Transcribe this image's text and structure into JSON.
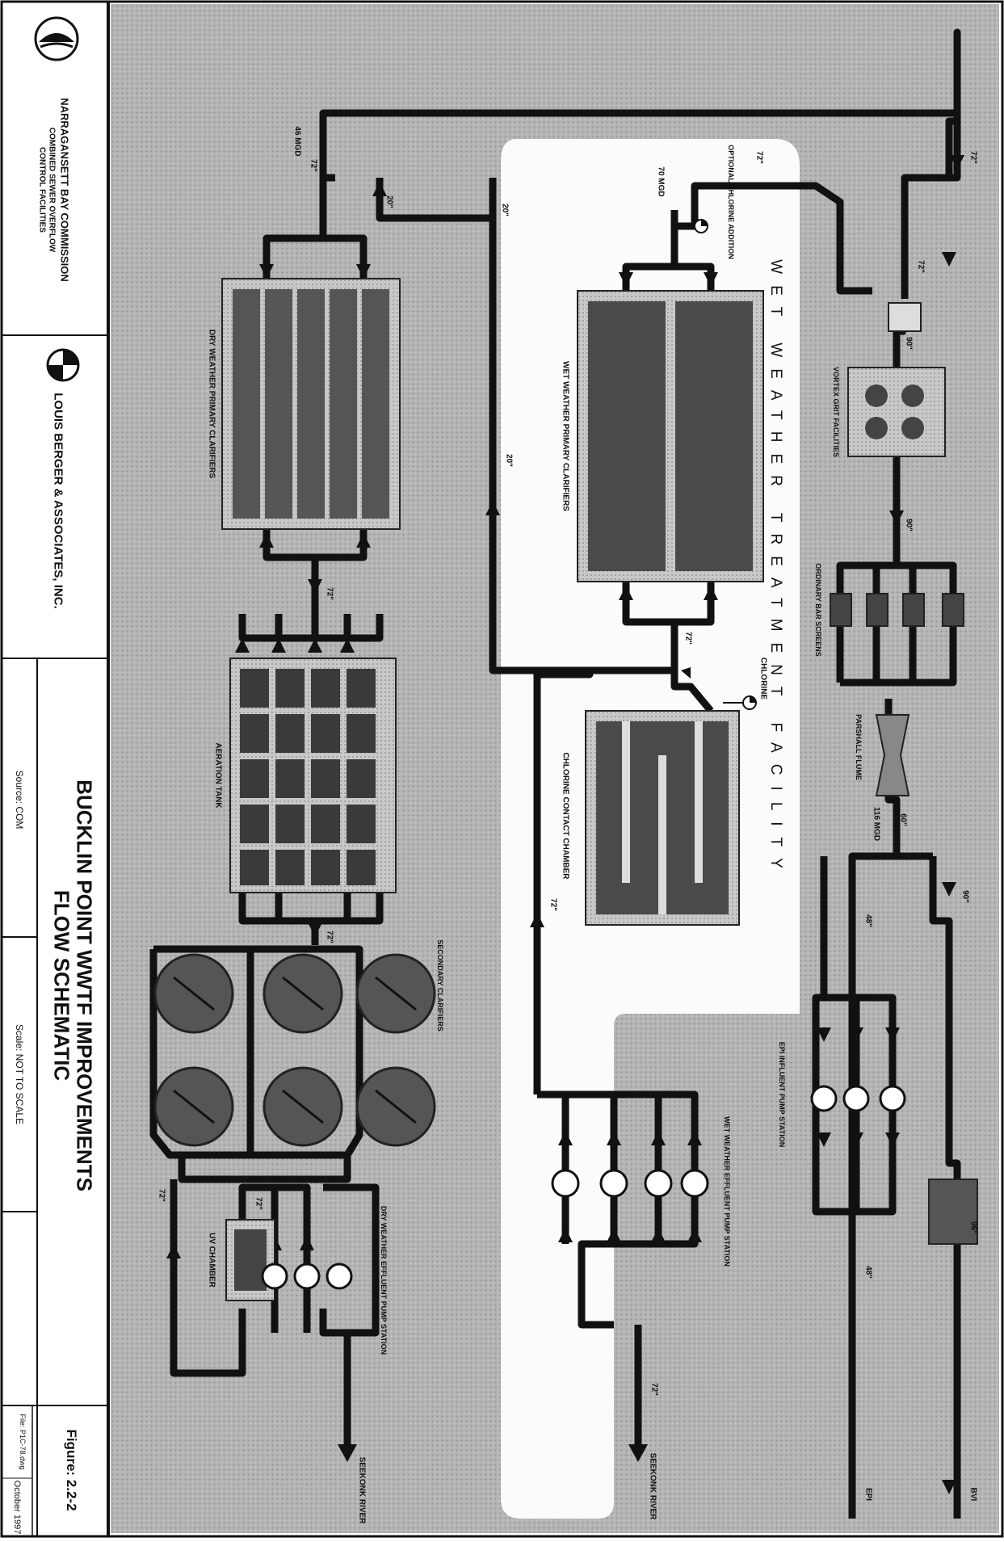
{
  "title_block": {
    "agency_name": "NARRAGANSETT BAY COMMISSION",
    "agency_sub1": "COMBINED SEWER OVERFLOW",
    "agency_sub2": "CONTROL FACILITIES",
    "firm_name": "LOUIS BERGER & ASSOCIATES, INC.",
    "title_line1": "BUCKLIN POINT WWTF IMPROVEMENTS",
    "title_line2": "FLOW SCHEMATIC",
    "source": "Source: COM",
    "scale": "Scale: NOT TO SCALE",
    "figure": "Figure: 2.2-2",
    "file": "File: P1C-78.dwg",
    "date": "October 1997"
  },
  "facility_banner": "WET WEATHER TREATMENT FACILITY",
  "labels": {
    "wet_primary": "WET WEATHER PRIMARY CLARIFIERS",
    "chlorine_contact": "CHLORINE CONTACT CHAMBER",
    "chlorine": "CHLORINE",
    "optional_chlorine": "OPTIONAL CHLORINE ADDITION",
    "wet_effluent": "WET WEATHER EFFLUENT PUMP STATION",
    "dry_primary": "DRY WEATHER PRIMARY CLARIFIERS",
    "aeration": "AERATION TANK",
    "secondary": "SECONDARY CLARIFIERS",
    "uv": "UV CHAMBER",
    "dry_effluent": "DRY WEATHER EFFLUENT PUMP STATION",
    "seekonk_1": "SEEKONK RIVER",
    "seekonk_2": "SEEKONK RIVER",
    "grit": "VORTEX GRIT FACILITIES",
    "screens": "ORDINARY BAR SCREENS",
    "parshall": "PARSHALL FLUME",
    "influent": "EPI INFLUENT PUMP STATION",
    "epi": "EPI",
    "bvi": "BVI",
    "mgd_116": "116 MGD",
    "mgd_70": "70 MGD",
    "mgd_46": "46 MGD"
  },
  "pipes": [
    "72\"",
    "72\"",
    "72\"",
    "72\"",
    "72\"",
    "72\"",
    "72\"",
    "72\"",
    "72\"",
    "72\"",
    "20\"",
    "20\"",
    "20\"",
    "90\"",
    "90\"",
    "90\"",
    "48\"",
    "48\"",
    "60\"",
    "96\"",
    "72\""
  ]
}
